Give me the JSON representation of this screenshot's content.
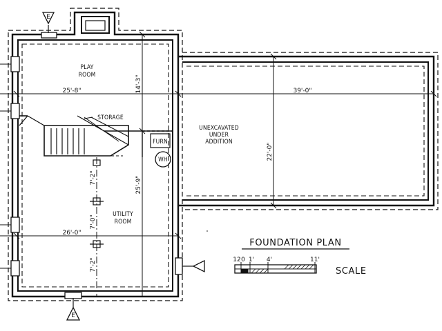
{
  "rooms": {
    "play_room": [
      "PLAY",
      "ROOM"
    ],
    "storage": "STORAGE",
    "unexcavated": [
      "UNEXCAVATED",
      "UNDER",
      "ADDITION"
    ],
    "utility_room": [
      "UTILITY",
      "ROOM"
    ],
    "furnace": "FURN",
    "water_heater": "WH"
  },
  "dimensions": {
    "play_room_width": "25'-8\"",
    "play_room_depth": "14'-3\"",
    "addition_width": "39'-0\"",
    "addition_depth": "22'-0\"",
    "utility_depth": "25'-9\"",
    "overall_width": "26'-0\"",
    "column_spacing": [
      "7'-2\"",
      "7'-0\"",
      "7'-2\""
    ]
  },
  "section_markers": [
    "E",
    "E"
  ],
  "title": "FOUNDATION PLAN",
  "scale": {
    "label": "SCALE",
    "ticks": [
      "12",
      "0",
      "1'",
      "4'",
      "11'"
    ]
  }
}
